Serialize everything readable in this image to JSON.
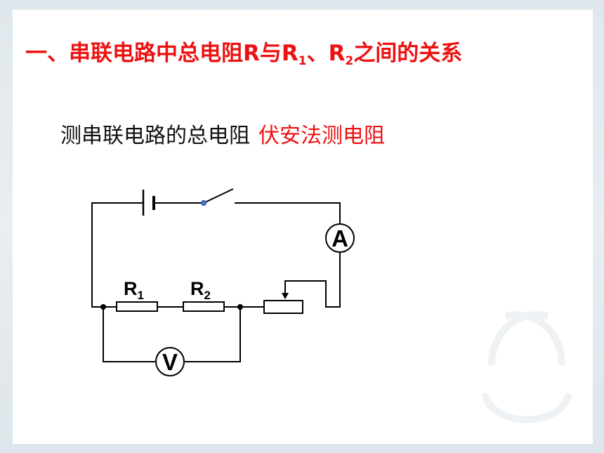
{
  "title": {
    "prefix": "一、串联电路中总电阻R与R",
    "r1_sub": "1",
    "middle": "、R",
    "r2_sub": "2",
    "suffix": "之间的关系"
  },
  "subtitle": {
    "text": "测串联电路的总电阻",
    "highlight": "伏安法测电阻"
  },
  "circuit": {
    "r1_label": "R",
    "r1_sub": "1",
    "r2_label": "R",
    "r2_sub": "2",
    "ammeter": "A",
    "voltmeter": "V"
  },
  "colors": {
    "title": "#ee1111",
    "highlight": "#ee1111",
    "text": "#111111"
  }
}
